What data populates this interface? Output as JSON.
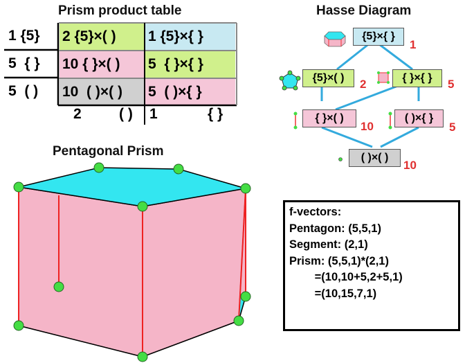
{
  "product_table": {
    "title": "Prism product table",
    "rows": [
      {
        "row_label": "1 {5}",
        "cells": [
          "2 {5}×( )",
          "1 {5}×{ }"
        ]
      },
      {
        "row_label": "5  { }",
        "cells": [
          "10 { }×( )",
          "5  { }×{ }"
        ]
      },
      {
        "row_label": "5  ( )",
        "cells": [
          "10  ( )×( )",
          "5  ( )×{ }"
        ]
      }
    ],
    "footer": [
      "2",
      "( )",
      "1",
      "{ }"
    ],
    "colors": {
      "green": "#d0f08c",
      "blue": "#c8e9f2",
      "pink": "#f5c6d8",
      "gray": "#d0d0d0"
    }
  },
  "hasse": {
    "title": "Hasse Diagram",
    "nodes": [
      {
        "id": "n1",
        "label": "{5}×{ }",
        "count": "1",
        "icon": "prism-icon"
      },
      {
        "id": "n2",
        "label": "{5}×( )",
        "count": "2",
        "icon": "pentagon-icon"
      },
      {
        "id": "n3",
        "label": "{ }×{ }",
        "count": "5",
        "icon": "square-icon"
      },
      {
        "id": "n4",
        "label": "{ }×( )",
        "count": "10",
        "icon": "segment-icon"
      },
      {
        "id": "n5",
        "label": "( )×{ }",
        "count": "5",
        "icon": "segment-icon"
      },
      {
        "id": "n6",
        "label": "( )×( )",
        "count": "10",
        "icon": "point-icon"
      }
    ],
    "edge_color": "#33aadd",
    "count_color": "#e03030"
  },
  "prism": {
    "title": "Pentagonal Prism",
    "face_top": "#33e6f0",
    "face_side": "#f5b5c8",
    "edge_color": "#ee2222",
    "vertex_color": "#44dd44"
  },
  "fvectors": {
    "lines": [
      "f-vectors:",
      "Pentagon: (5,5,1)",
      "Segment: (2,1)",
      "Prism: (5,5,1)*(2,1)",
      "        =(10,10+5,2+5,1)",
      "        =(10,15,7,1)"
    ]
  }
}
